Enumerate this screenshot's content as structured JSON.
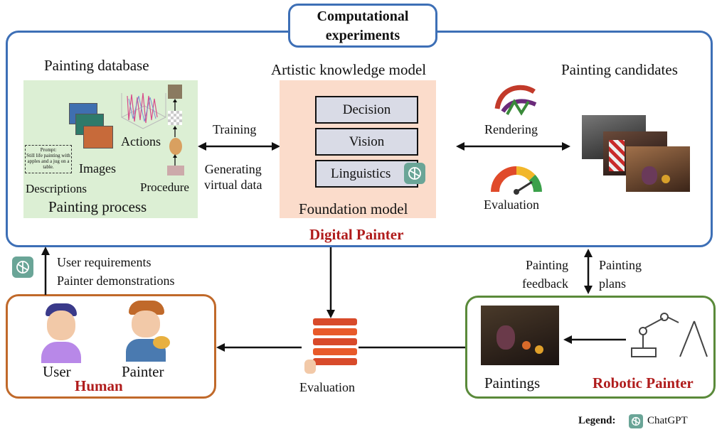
{
  "title": "Computational experiments",
  "database": {
    "heading": "Painting database",
    "prompt_text": "Prompt:\nStill life painting with apples and a jug on a table.",
    "descriptions": "Descriptions",
    "images": "Images",
    "actions": "Actions",
    "procedure": "Procedure",
    "process_label": "Painting process"
  },
  "training": "Training",
  "generating": "Generating\nvirtual data",
  "model": {
    "heading": "Artistic knowledge model",
    "layers": [
      "Decision",
      "Vision",
      "Linguistics"
    ],
    "foundation": "Foundation model"
  },
  "candidates": {
    "rendering": "Rendering",
    "evaluation": "Evaluation",
    "heading": "Painting candidates"
  },
  "digital_painter": "Digital Painter",
  "user_requirements": "User requirements",
  "painter_demonstrations": "Painter demonstrations",
  "painting_feedback": "Painting\nfeedback",
  "painting_plans": "Painting\nplans",
  "human": {
    "user": "User",
    "painter": "Painter",
    "label": "Human"
  },
  "bottom_evaluation": "Evaluation",
  "robot": {
    "paintings": "Paintings",
    "label": "Robotic Painter"
  },
  "legend": {
    "label": "Legend",
    "item": "ChatGPT"
  },
  "colors": {
    "blue_frame": "#3d6fb6",
    "orange_frame": "#c0692a",
    "green_frame": "#5a8a3a",
    "red_text": "#b01c1c",
    "db_bg": "#dcefd4",
    "fm_bg": "#fbdccb",
    "gpt": "#6aa597"
  }
}
